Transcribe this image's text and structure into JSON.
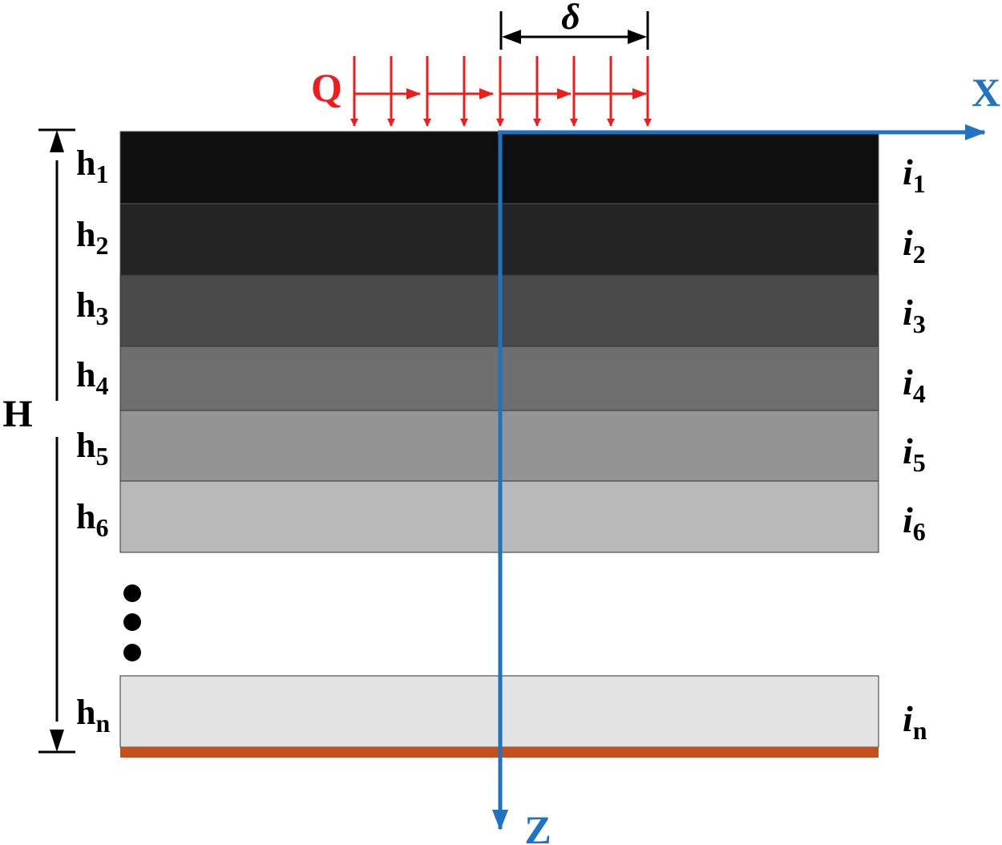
{
  "load_label": "Q",
  "delta_label": "δ",
  "axis_x_label": "X",
  "axis_z_label": "Z",
  "total_thickness_label": "H",
  "layers": [
    {
      "h_main": "h",
      "h_sub": "1",
      "i_main": "i",
      "i_sub": "1",
      "color": "#0f0f0f"
    },
    {
      "h_main": "h",
      "h_sub": "2",
      "i_main": "i",
      "i_sub": "2",
      "color": "#242424"
    },
    {
      "h_main": "h",
      "h_sub": "3",
      "i_main": "i",
      "i_sub": "3",
      "color": "#4a4a4a"
    },
    {
      "h_main": "h",
      "h_sub": "4",
      "i_main": "i",
      "i_sub": "4",
      "color": "#6e6e6e"
    },
    {
      "h_main": "h",
      "h_sub": "5",
      "i_main": "i",
      "i_sub": "5",
      "color": "#939393"
    },
    {
      "h_main": "h",
      "h_sub": "6",
      "i_main": "i",
      "i_sub": "6",
      "color": "#b9b9b9"
    },
    {
      "h_main": "h",
      "h_sub": "n",
      "i_main": "i",
      "i_sub": "n",
      "color": "#e3e3e3"
    }
  ],
  "colors": {
    "load": "#ee1c1c",
    "axis": "#1f73c0",
    "base": "#c5501a"
  }
}
